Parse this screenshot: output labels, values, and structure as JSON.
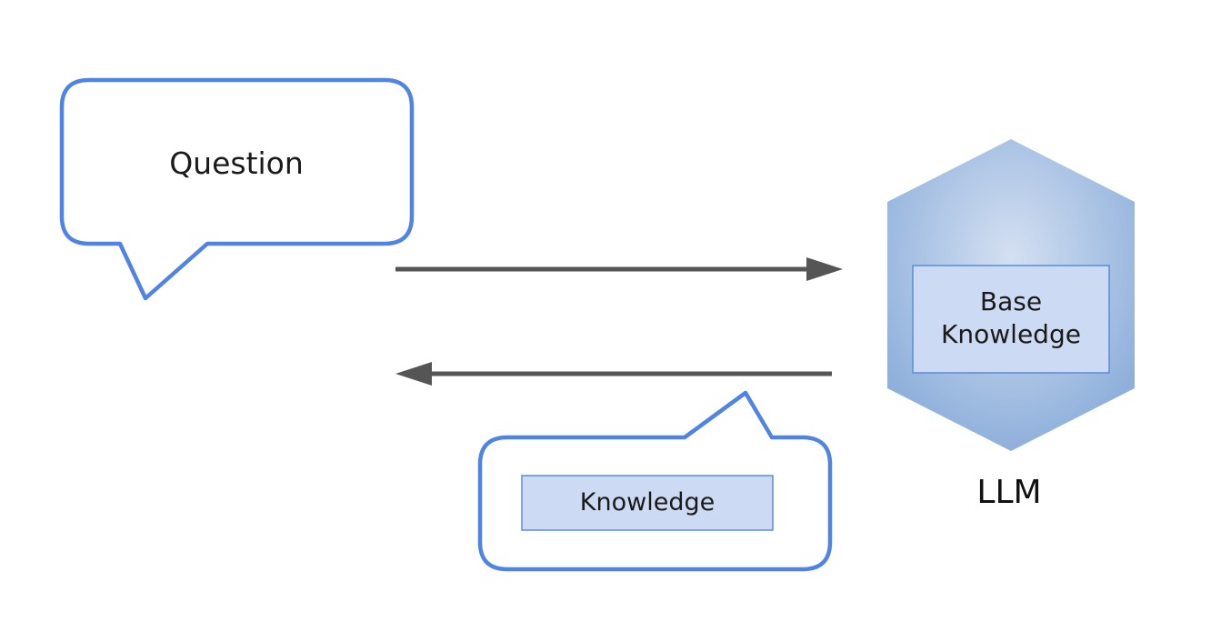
{
  "diagram": {
    "question_bubble": {
      "label": "Question"
    },
    "llm": {
      "label": "LLM",
      "base_knowledge_line1": "Base",
      "base_knowledge_line2": "Knowledge"
    },
    "knowledge_bubble": {
      "label": "Knowledge"
    },
    "colors": {
      "bubble_stroke": "#4f84e6",
      "arrow": "#555555",
      "hex_edge": "#93b3dc",
      "hex_center": "#d4e0f2",
      "knowledge_box_fill": "#cddaf3",
      "knowledge_box_stroke": "#5a8be0"
    }
  }
}
